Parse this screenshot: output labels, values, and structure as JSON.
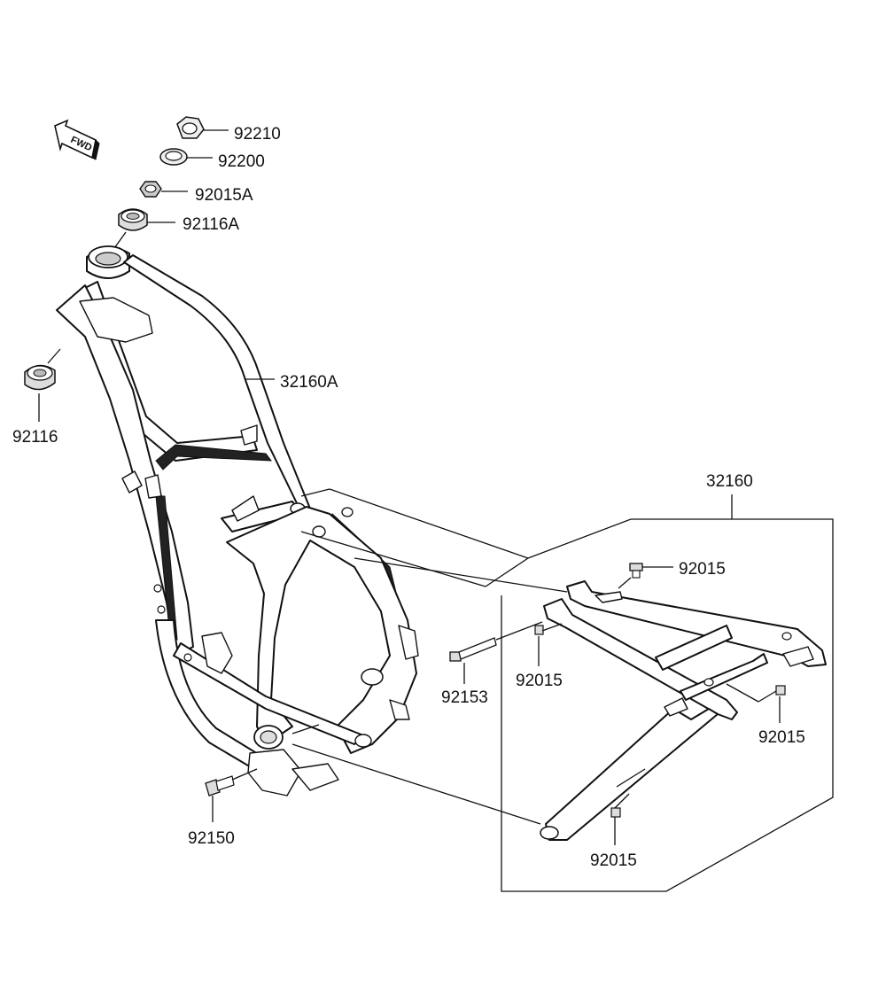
{
  "diagram": {
    "direction_arrow": {
      "text": "FWD"
    },
    "parts": [
      {
        "id": "nut-top",
        "label": "92210"
      },
      {
        "id": "washer-top",
        "label": "92200"
      },
      {
        "id": "locknut-top",
        "label": "92015A"
      },
      {
        "id": "bearing-top",
        "label": "92116A"
      },
      {
        "id": "bearing-bottom",
        "label": "92116"
      },
      {
        "id": "main-frame",
        "label": "32160A"
      },
      {
        "id": "subframe-assembly",
        "label": "32160"
      },
      {
        "id": "subframe-bolt-top",
        "label": "92015"
      },
      {
        "id": "subframe-bolt-mid",
        "label": "92015"
      },
      {
        "id": "subframe-bolt-right",
        "label": "92015"
      },
      {
        "id": "subframe-bolt-bottom",
        "label": "92015"
      },
      {
        "id": "long-bolt",
        "label": "92153"
      },
      {
        "id": "frame-bolt",
        "label": "92150"
      }
    ]
  }
}
